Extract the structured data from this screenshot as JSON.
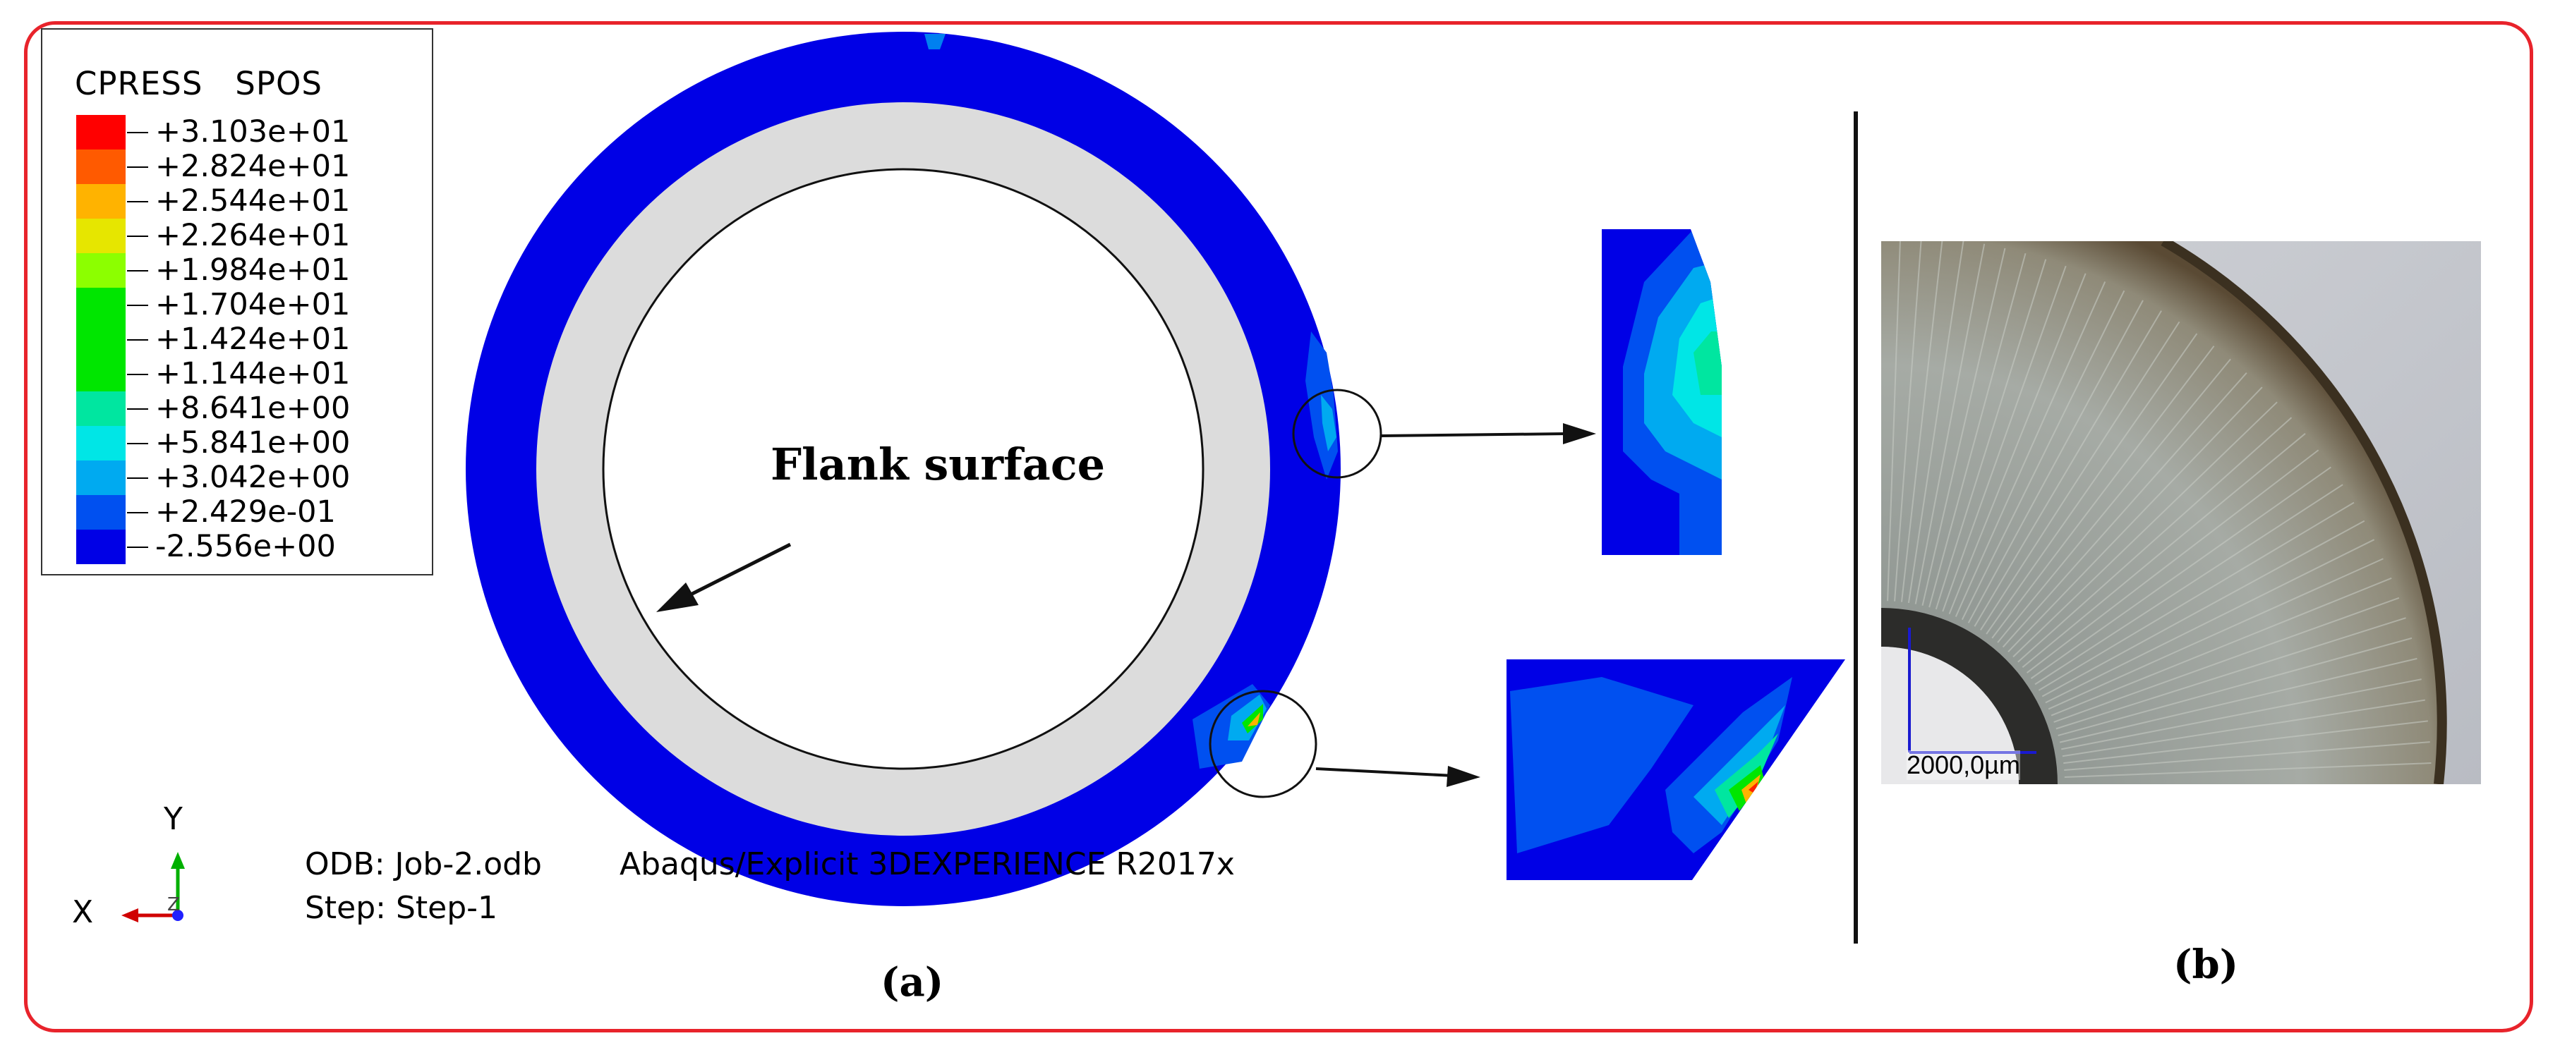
{
  "legend": {
    "title": "CPRESS   SPOS",
    "entries": [
      {
        "label": "+3.103e+01",
        "color": "#ff0000"
      },
      {
        "label": "+2.824e+01",
        "color": "#ff5a00"
      },
      {
        "label": "+2.544e+01",
        "color": "#ffb300"
      },
      {
        "label": "+2.264e+01",
        "color": "#e6e600"
      },
      {
        "label": "+1.984e+01",
        "color": "#8cff00"
      },
      {
        "label": "+1.704e+01",
        "color": "#00e600"
      },
      {
        "label": "+1.424e+01",
        "color": "#00e600"
      },
      {
        "label": "+1.144e+01",
        "color": "#00e600"
      },
      {
        "label": "+8.641e+00",
        "color": "#00e6a0"
      },
      {
        "label": "+5.841e+00",
        "color": "#00e6e6"
      },
      {
        "label": "+3.042e+00",
        "color": "#00aaf0"
      },
      {
        "label": "+2.429e-01",
        "color": "#0050f0"
      },
      {
        "label": "-2.556e+00",
        "color": "#0000e6"
      }
    ]
  },
  "annotation": {
    "flank_surface": "Flank surface"
  },
  "axis_triad": {
    "y_label": "Y",
    "x_label": "X",
    "z_label": "Z"
  },
  "info": {
    "odb": "ODB: Job-2.odb",
    "solver": "Abaqus/Explicit 3DEXPERIENCE R2017x",
    "step": "Step: Step-1"
  },
  "panel_labels": {
    "a": "(a)",
    "b": "(b)"
  },
  "photo": {
    "scale_bar": "2000,0µm"
  },
  "colors": {
    "frame": "#e8232b",
    "ring_blue": "#0000e6",
    "inner_gray": "#dcdcdc",
    "scale_bar": "#1a1ad0"
  }
}
